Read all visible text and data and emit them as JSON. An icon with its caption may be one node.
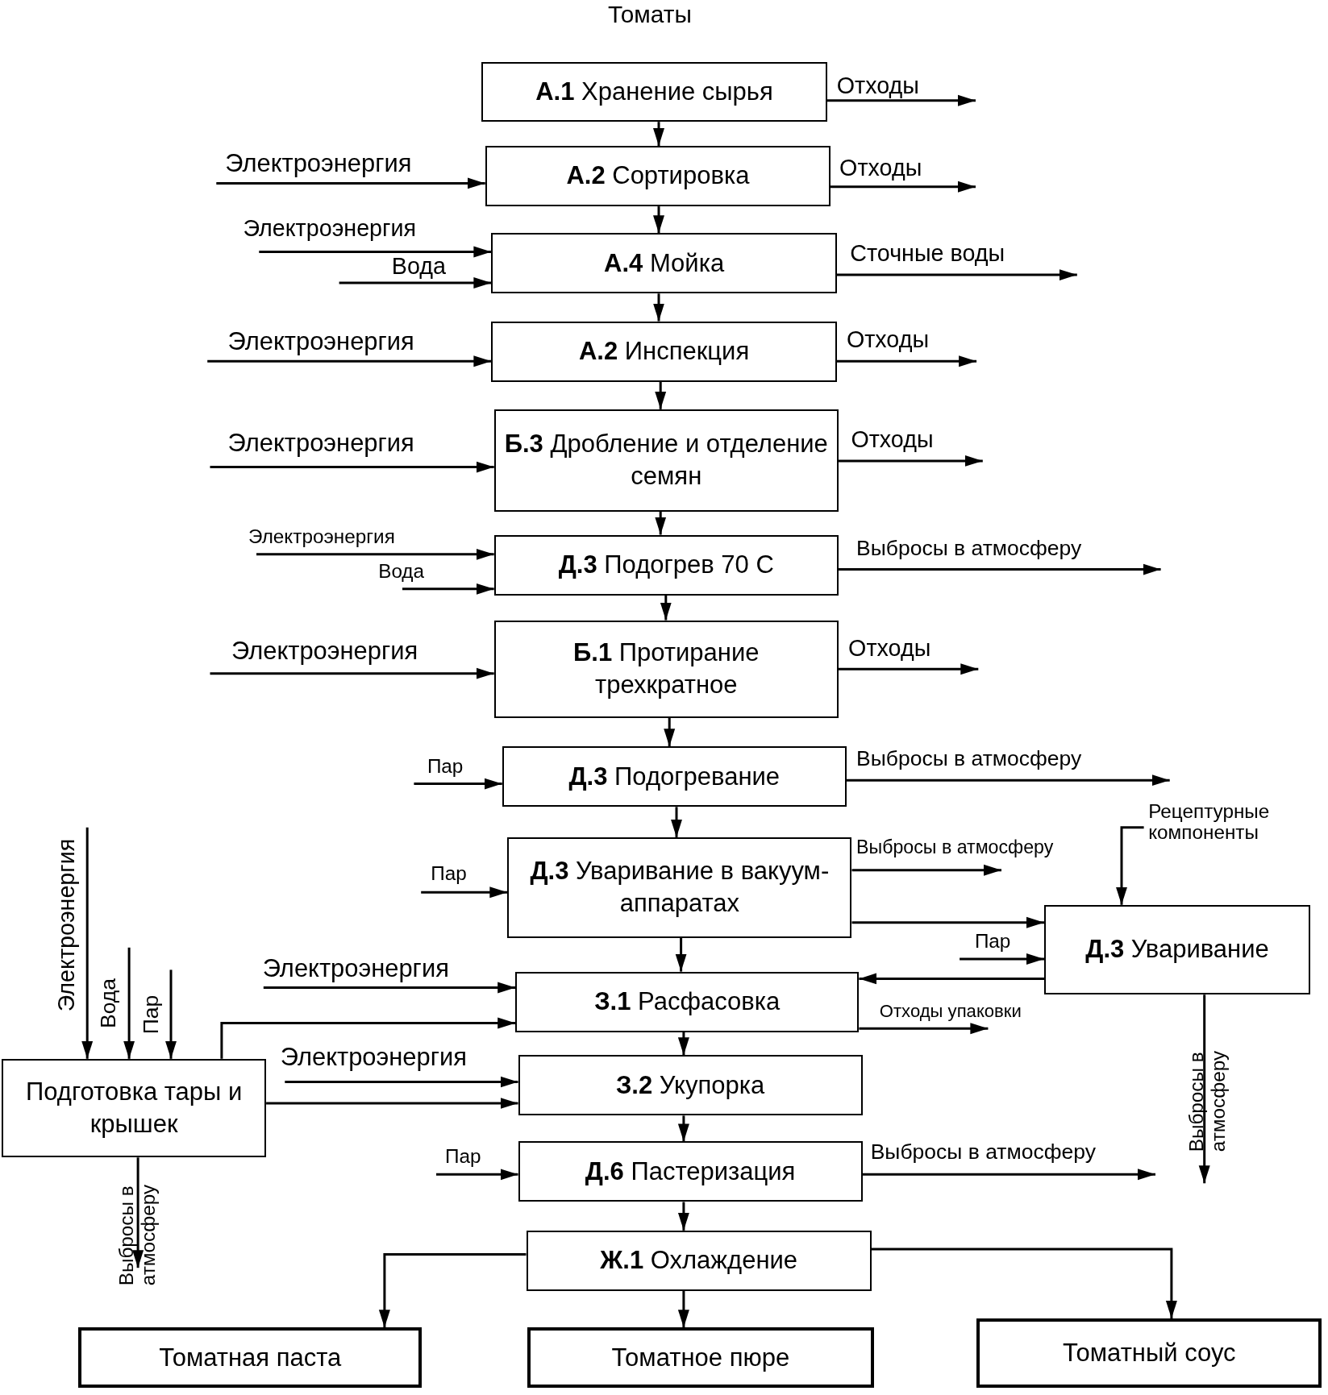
{
  "diagram": {
    "title": "Томаты",
    "nodes": [
      {
        "text": [
          "**А.1** Хранение сырья"
        ]
      },
      {
        "text": [
          "**А.2** Сортировка"
        ]
      },
      {
        "text": [
          "**А.4** Мойка"
        ]
      },
      {
        "text": [
          "**А.2** Инспекция"
        ]
      },
      {
        "text": [
          "**Б.3** Дробление и отделение семян"
        ]
      },
      {
        "text": [
          "**Д.3** Подогрев 70 С"
        ]
      },
      {
        "text": [
          "**Б.1** Протирание трехкратное"
        ]
      },
      {
        "text": [
          "**Д.3** Подогревание"
        ]
      },
      {
        "text": [
          "**Д.3** Уваривание в вакуум-аппаратах"
        ]
      },
      {
        "text": [
          "**Д.3** Уваривание"
        ]
      },
      {
        "text": [
          "**З.1** Расфасовка"
        ]
      },
      {
        "text": [
          "Подготовка тары и крышек"
        ]
      },
      {
        "text": [
          "**З.2** Укупорка"
        ]
      },
      {
        "text": [
          "**Д.6** Пастеризация"
        ]
      },
      {
        "text": [
          "**Ж.1** Охлаждение"
        ]
      },
      {
        "text": [
          "Томатная паста"
        ]
      },
      {
        "text": [
          "Томатное пюре"
        ]
      },
      {
        "text": [
          "Томатный соус"
        ]
      }
    ],
    "edges": [
      {
        "from": 0,
        "to": 1,
        "arrow": "to"
      },
      {
        "from": 1,
        "to": 2,
        "arrow": "to"
      },
      {
        "from": 2,
        "to": 3,
        "arrow": "to"
      },
      {
        "from": 3,
        "to": 4,
        "arrow": "to"
      },
      {
        "from": 4,
        "to": 5,
        "arrow": "to"
      },
      {
        "from": 5,
        "to": 6,
        "arrow": "to"
      },
      {
        "from": 6,
        "to": 7,
        "arrow": "to"
      },
      {
        "from": 7,
        "to": 8,
        "arrow": "to"
      },
      {
        "from": 8,
        "to": 10,
        "arrow": "to"
      },
      {
        "from": 8,
        "to": 9,
        "arrow": "to"
      },
      {
        "from": 9,
        "to": 10,
        "arrow": "to"
      },
      {
        "from": 11,
        "to": 10,
        "arrow": "to"
      },
      {
        "from": 11,
        "to": 12,
        "arrow": "to"
      },
      {
        "from": 10,
        "to": 12,
        "arrow": "to"
      },
      {
        "from": 12,
        "to": 13,
        "arrow": "to"
      },
      {
        "from": 13,
        "to": 14,
        "arrow": "to"
      },
      {
        "from": 14,
        "to": 15,
        "arrow": "to"
      },
      {
        "from": 14,
        "to": 16,
        "arrow": "to"
      },
      {
        "from": 14,
        "to": 17,
        "arrow": "to"
      },
      {
        "from": 0,
        "to": null,
        "arrow": "to",
        "label": "Отходы"
      },
      {
        "from": null,
        "to": 1,
        "arrow": "to",
        "label": "Электроэнергия"
      },
      {
        "from": 1,
        "to": null,
        "arrow": "to",
        "label": "Отходы"
      },
      {
        "from": null,
        "to": 2,
        "arrow": "to",
        "label": "Электроэнергия"
      },
      {
        "from": null,
        "to": 2,
        "arrow": "to",
        "label": "Вода"
      },
      {
        "from": 2,
        "to": null,
        "arrow": "to",
        "label": "Сточные воды"
      },
      {
        "from": null,
        "to": 3,
        "arrow": "to",
        "label": "Электроэнергия"
      },
      {
        "from": 3,
        "to": null,
        "arrow": "to",
        "label": "Отходы"
      },
      {
        "from": null,
        "to": 4,
        "arrow": "to",
        "label": "Электроэнергия"
      },
      {
        "from": 4,
        "to": null,
        "arrow": "to",
        "label": "Отходы"
      },
      {
        "from": null,
        "to": 5,
        "arrow": "to",
        "label": "Электроэнергия"
      },
      {
        "from": null,
        "to": 5,
        "arrow": "to",
        "label": "Вода"
      },
      {
        "from": 5,
        "to": null,
        "arrow": "to",
        "label": "Выбросы в атмосферу"
      },
      {
        "from": null,
        "to": 6,
        "arrow": "to",
        "label": "Электроэнергия"
      },
      {
        "from": 6,
        "to": null,
        "arrow": "to",
        "label": "Отходы"
      },
      {
        "from": null,
        "to": 7,
        "arrow": "to",
        "label": "Пар"
      },
      {
        "from": 7,
        "to": null,
        "arrow": "to",
        "label": "Выбросы в атмосферу"
      },
      {
        "from": null,
        "to": 8,
        "arrow": "to",
        "label": "Пар"
      },
      {
        "from": 8,
        "to": null,
        "arrow": "to",
        "label": "Выбросы в атмосферу"
      },
      {
        "from": null,
        "to": 9,
        "arrow": "to",
        "label": "Рецептурные компоненты"
      },
      {
        "from": null,
        "to": 9,
        "arrow": "to",
        "label": "Пар"
      },
      {
        "from": 9,
        "to": null,
        "arrow": "to",
        "label": "Выбросы в атмосферу"
      },
      {
        "from": null,
        "to": 10,
        "arrow": "to",
        "label": "Электроэнергия"
      },
      {
        "from": 10,
        "to": null,
        "arrow": "to",
        "label": "Отходы упаковки"
      },
      {
        "from": null,
        "to": 11,
        "arrow": "to",
        "label": "Электроэнергия"
      },
      {
        "from": null,
        "to": 11,
        "arrow": "to",
        "label": "Вода"
      },
      {
        "from": null,
        "to": 11,
        "arrow": "to",
        "label": "Пар"
      },
      {
        "from": 11,
        "to": null,
        "arrow": "to",
        "label": "Выбросы в атмосферу"
      },
      {
        "from": null,
        "to": 12,
        "arrow": "to",
        "label": "Электроэнергия"
      },
      {
        "from": null,
        "to": 13,
        "arrow": "to",
        "label": "Пар"
      },
      {
        "from": 13,
        "to": null,
        "arrow": "to",
        "label": "Выбросы в атмосферу"
      }
    ]
  }
}
